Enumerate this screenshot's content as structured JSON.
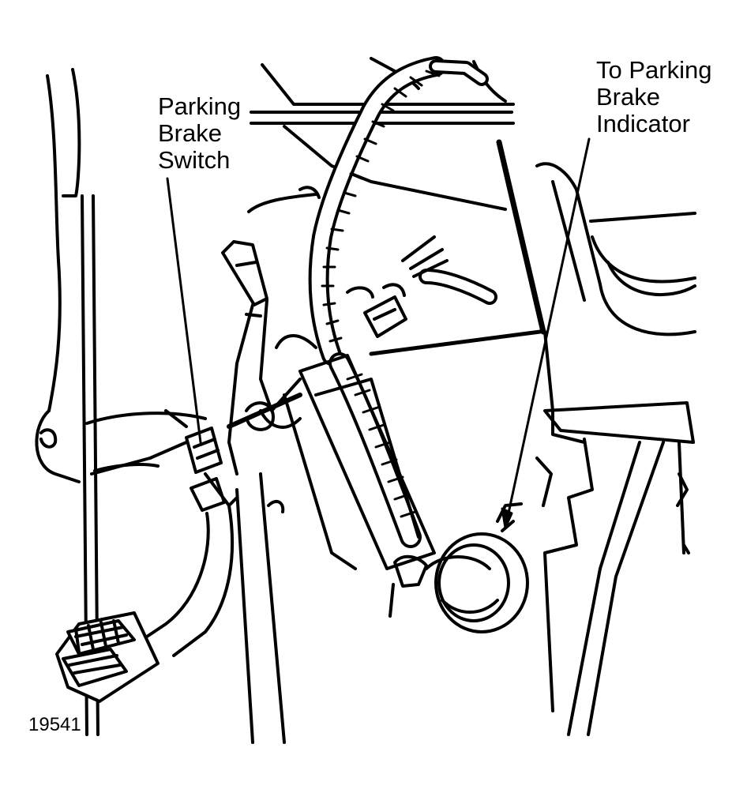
{
  "figure": {
    "id": "19541"
  },
  "callouts": {
    "parking_brake_switch": [
      "Parking",
      "Brake",
      "Switch"
    ],
    "to_parking_brake_indicator": [
      "To Parking",
      "Brake",
      "Indicator"
    ]
  },
  "colors": {
    "ink": "#000000",
    "paper": "#ffffff"
  }
}
